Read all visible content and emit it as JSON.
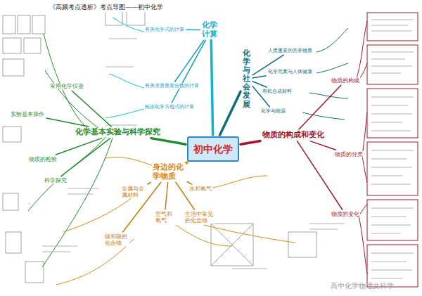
{
  "diagram": {
    "title": "《高频考点透析》考点导图——初中化学",
    "nodes": [
      {
        "text": [
          "初中化学"
        ]
      },
      {
        "text": [
          "化学计算"
        ]
      },
      {
        "text": [
          "化学与社会发展"
        ]
      },
      {
        "text": [
          "物质的构成和变化"
        ]
      },
      {
        "text": [
          "身边的化学物质"
        ]
      },
      {
        "text": [
          "化学基本实验与科学探究"
        ]
      },
      {
        "text": [
          "有关化学式的计算"
        ]
      },
      {
        "text": [
          "有关溶质质量分数的计算"
        ]
      },
      {
        "text": [
          "根据化学方程式的计算"
        ]
      },
      {
        "text": [
          "人类重要的营养物质"
        ]
      },
      {
        "text": [
          "化学元素与人体健康"
        ]
      },
      {
        "text": [
          "有机合成材料"
        ]
      },
      {
        "text": [
          "化学与能源"
        ]
      },
      {
        "text": [
          "物质的构成"
        ]
      },
      {
        "text": [
          "物质的分类"
        ]
      },
      {
        "text": [
          "物质的变化"
        ]
      },
      {
        "text": [
          "金属与金属材料"
        ]
      },
      {
        "text": [
          "水和氢气"
        ]
      },
      {
        "text": [
          "空气和氧气"
        ]
      },
      {
        "text": [
          "生活中常见的化合物"
        ]
      },
      {
        "text": [
          "碳和碳的化合物"
        ]
      },
      {
        "text": [
          "常用化学仪器"
        ]
      },
      {
        "text": [
          "实验基本操作"
        ]
      },
      {
        "text": [
          "物质的检验"
        ]
      },
      {
        "text": [
          "科学探究"
        ]
      }
    ],
    "edges": [
      {
        "from": 0,
        "to": 1,
        "arrow": "none"
      },
      {
        "from": 0,
        "to": 2,
        "arrow": "none"
      },
      {
        "from": 0,
        "to": 3,
        "arrow": "none"
      },
      {
        "from": 0,
        "to": 4,
        "arrow": "none"
      },
      {
        "from": 0,
        "to": 5,
        "arrow": "none"
      },
      {
        "from": 1,
        "to": 6,
        "arrow": "none"
      },
      {
        "from": 1,
        "to": 7,
        "arrow": "none"
      },
      {
        "from": 1,
        "to": 8,
        "arrow": "none"
      },
      {
        "from": 2,
        "to": 9,
        "arrow": "none"
      },
      {
        "from": 2,
        "to": 10,
        "arrow": "none"
      },
      {
        "from": 2,
        "to": 11,
        "arrow": "none"
      },
      {
        "from": 2,
        "to": 12,
        "arrow": "none"
      },
      {
        "from": 3,
        "to": 13,
        "arrow": "none"
      },
      {
        "from": 3,
        "to": 14,
        "arrow": "none"
      },
      {
        "from": 3,
        "to": 15,
        "arrow": "none"
      },
      {
        "from": 4,
        "to": 16,
        "arrow": "none"
      },
      {
        "from": 4,
        "to": 17,
        "arrow": "none"
      },
      {
        "from": 4,
        "to": 18,
        "arrow": "none"
      },
      {
        "from": 4,
        "to": 19,
        "arrow": "none"
      },
      {
        "from": 4,
        "to": 20,
        "arrow": "none"
      },
      {
        "from": 5,
        "to": 21,
        "arrow": "none"
      },
      {
        "from": 5,
        "to": 22,
        "arrow": "none"
      },
      {
        "from": 5,
        "to": 23,
        "arrow": "none"
      },
      {
        "from": 5,
        "to": 24,
        "arrow": "none"
      }
    ],
    "labels": [
      "高中化学物理文科学"
    ]
  }
}
